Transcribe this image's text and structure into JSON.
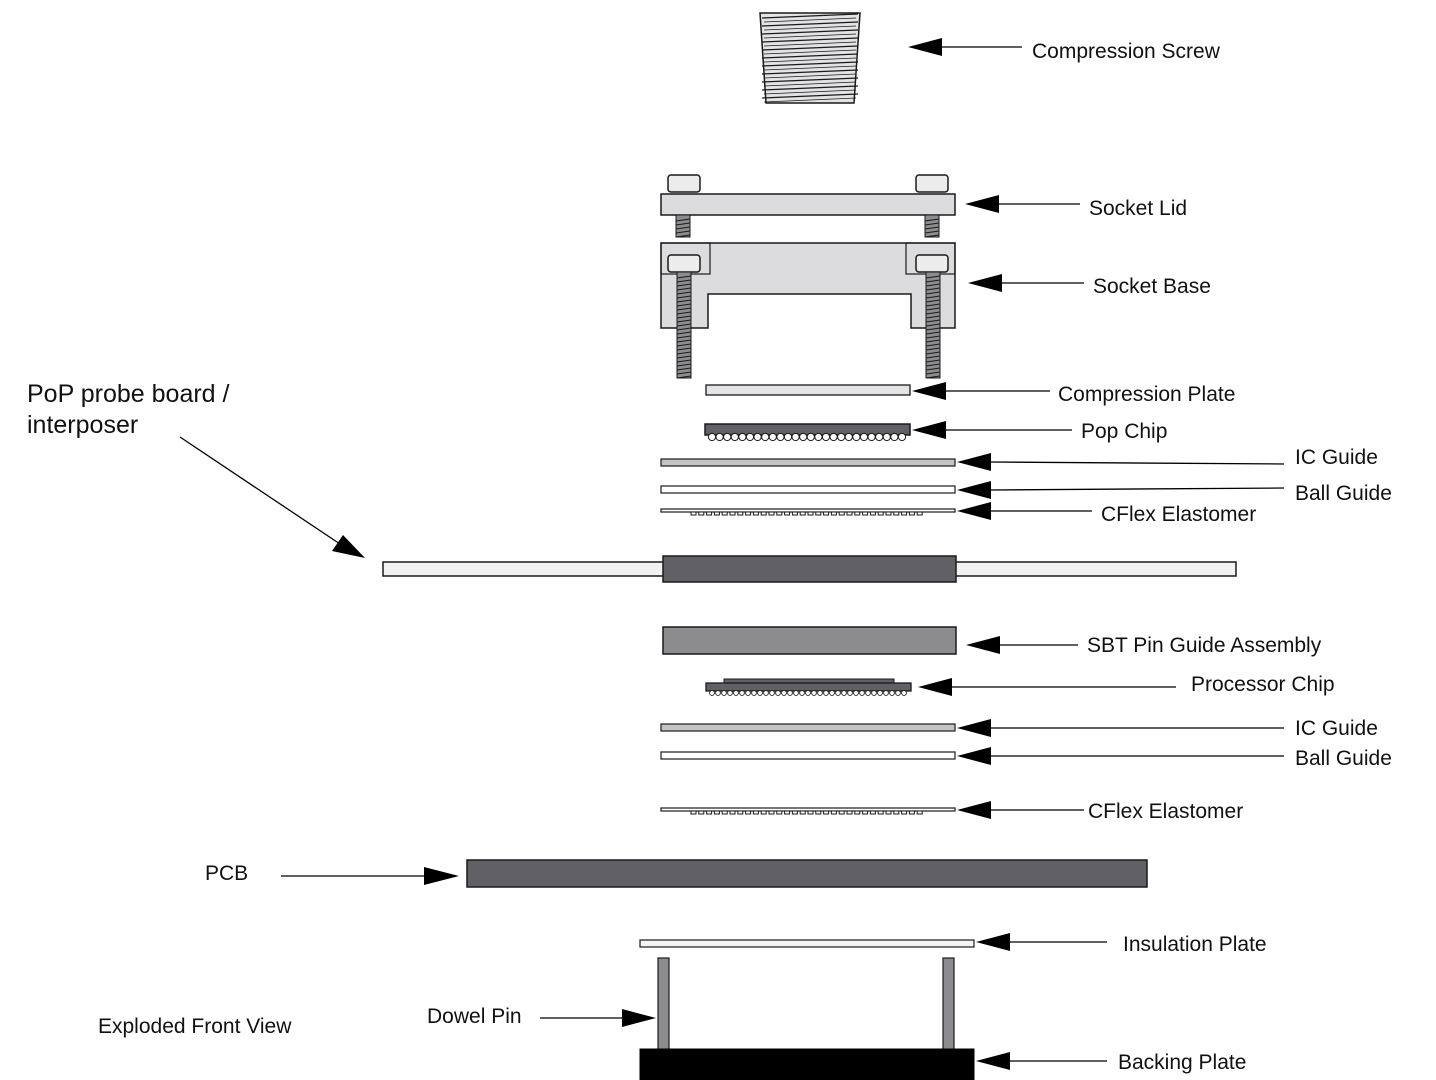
{
  "labels": {
    "compression_screw": "Compression Screw",
    "socket_lid": "Socket Lid",
    "socket_base": "Socket Base",
    "compression_plate": "Compression Plate",
    "pop_chip": "Pop Chip",
    "ic_guide_top": "IC Guide",
    "ball_guide_top": "Ball Guide",
    "cflex_top": "CFlex Elastomer",
    "probe_board_line1": "PoP probe board /",
    "probe_board_line2": "interposer",
    "sbt_pin_guide": "SBT Pin Guide Assembly",
    "processor_chip": "Processor Chip",
    "ic_guide_bottom": "IC Guide",
    "ball_guide_bottom": "Ball Guide",
    "cflex_bottom": "CFlex Elastomer",
    "pcb": "PCB",
    "insulation_plate": "Insulation Plate",
    "dowel_pin": "Dowel Pin",
    "backing_plate": "Backing Plate",
    "view_caption": "Exploded Front View"
  },
  "colors": {
    "dark_part": "#616165",
    "mid_part": "#8c8c8f",
    "light_part": "#d4d4d6",
    "pale_part": "#efefef",
    "backing": "#000000",
    "outline": "#1a1a1a"
  }
}
